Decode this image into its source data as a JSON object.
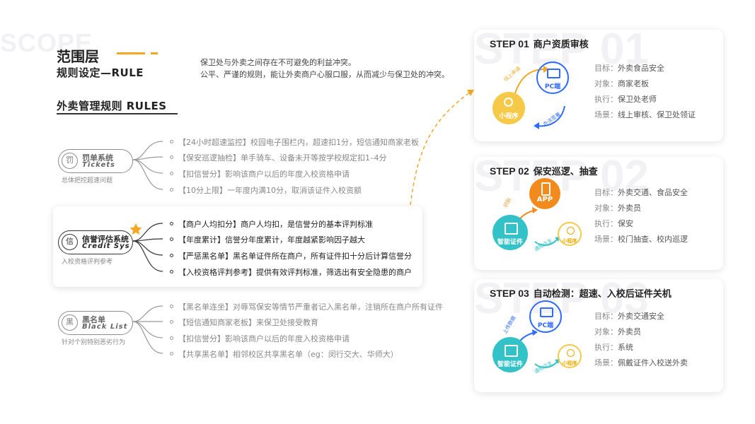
{
  "watermark": "SCOPE",
  "header": {
    "title": "范围层",
    "subtitle": "规则设定—RULE",
    "intro_lines": [
      "保卫处与外卖之间存在不可避免的利益冲突。",
      "公平、严谨的规则，能让外卖商户心服口服，从而减少与保卫处的冲突。"
    ]
  },
  "section": {
    "title": "外卖管理规则 RULES"
  },
  "rule_groups": [
    {
      "icon_glyph": "罚",
      "title_zh": "罚单系统",
      "title_en": "Tickets",
      "caption": "总体把控超速问题",
      "rules": [
        "【24小时超速监控】校园电子围栏内，超速扣1分，短信通知商家老板",
        "【保安巡逻抽检】单手骑车、设备未开等按学校规定扣1–4分",
        "【扣信誉分】影响该商户以后的年度入校资格申请",
        "【10分上限】一年度内满10分，取消该证件入校资额"
      ]
    },
    {
      "icon_glyph": "信",
      "title_zh": "信誉评估系统",
      "title_en": "Credit Sys",
      "caption": "入校资格评判参考",
      "rules": [
        "【商户人均扣分】商户人均扣，是信誉分的基本评判标准",
        "【年度累计】信誉分年度累计，年度越紧影响因子越大",
        "【严惩黑名单】黑名单证件所在商户，所有证件扣十分后计算信誉分",
        "【入校资格评判参考】提供有效评判标准，筛选出有安全隐患的商户"
      ]
    },
    {
      "icon_glyph": "黑",
      "title_zh": "黑名单",
      "title_en": "Black List",
      "caption": "针对个别特别恶劣行为",
      "rules": [
        "【黑名单连坐】对辱骂保安等情节严重者记入黑名单，注销所在商户所有证件",
        "【短信通知商家老板】来保卫处接受教育",
        "【扣信誉分】影响该商户以后的年度入校资格申请",
        "【共享黑名单】相邻校区共享黑名单（eg：闵行交大、华师大）"
      ]
    }
  ],
  "steps": [
    {
      "step": "STEP 01",
      "watermark": "STEP 01",
      "title": "商户资质审核",
      "info": [
        {
          "k": "目标：",
          "v": "外卖食品安全"
        },
        {
          "k": "对象：",
          "v": "商家老板"
        },
        {
          "k": "执行：",
          "v": "保卫处老师"
        },
        {
          "k": "场景：",
          "v": "线上审核、保卫处领证"
        }
      ],
      "diagram": {
        "big": "PC端",
        "small": "小程序",
        "arrow_up": "线上申请",
        "arrow_down": "办法签署"
      }
    },
    {
      "step": "STEP 02",
      "watermark": "STEP 02",
      "title": "保安巡逻、抽查",
      "info": [
        {
          "k": "目标：",
          "v": "外卖交通、食品安全"
        },
        {
          "k": "对象：",
          "v": "外卖员"
        },
        {
          "k": "执行：",
          "v": "保安"
        },
        {
          "k": "场景：",
          "v": "校门抽查、校内巡逻"
        }
      ],
      "diagram": {
        "top": "APP",
        "left": "智能证件",
        "right": "小程序",
        "arrow_up": "识别",
        "arrow_down": "通知店主"
      }
    },
    {
      "step": "STEP 03",
      "watermark": "STEP 03",
      "title": "自动检测：超速、入校后证件关机",
      "info": [
        {
          "k": "目标：",
          "v": "外卖交通安全"
        },
        {
          "k": "对象：",
          "v": "外卖员"
        },
        {
          "k": "执行：",
          "v": "系统"
        },
        {
          "k": "场景：",
          "v": "佩戴证件入校送外卖"
        }
      ],
      "diagram": {
        "top": "PC端",
        "left": "智能证件",
        "right": "小程序",
        "arrow_up": "上传数据",
        "arrow_down": "通知店主"
      }
    }
  ],
  "colors": {
    "accent": "#f5a623",
    "blue": "#2f6bff",
    "cyan": "#33c2c8",
    "yellow": "#f7c948",
    "orange": "#f28a1e"
  }
}
